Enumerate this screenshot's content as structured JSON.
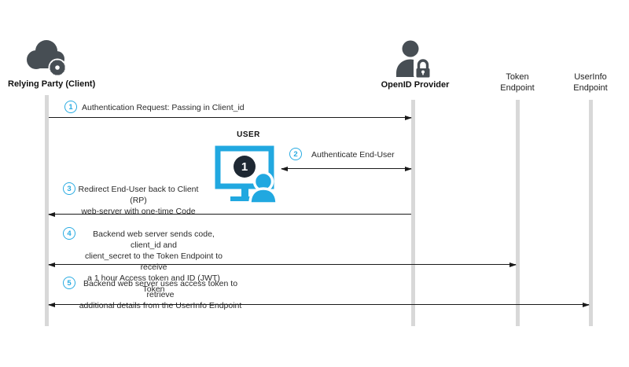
{
  "diagram": {
    "actors": {
      "relying_party": {
        "label": "Relying Party (Client)"
      },
      "openid_provider": {
        "label": "OpenID Provider"
      },
      "token_endpoint": {
        "line1": "Token",
        "line2": "Endpoint"
      },
      "userinfo_endpoint": {
        "line1": "UserInfo",
        "line2": "Endpoint"
      }
    },
    "user": {
      "label": "USER",
      "screen_badge": "1"
    },
    "messages": [
      {
        "num": "1",
        "lines": [
          "Authentication Request: Passing in Client_id"
        ]
      },
      {
        "num": "2",
        "lines": [
          "Authenticate End-User"
        ]
      },
      {
        "num": "3",
        "lines": [
          "Redirect End-User back to Client (RP)",
          "web-server with one-time Code"
        ]
      },
      {
        "num": "4",
        "lines": [
          "Backend web server sends code, client_id and",
          "client_secret to the Token Endpoint to receive",
          "a 1 hour Access token and ID (JWT) Token"
        ]
      },
      {
        "num": "5",
        "lines": [
          "Backend web server uses access token to retrieve",
          "additional details from the UserInfo Endpoint"
        ]
      }
    ],
    "colors": {
      "accent": "#21a8e0",
      "badge_outline": "#29abe2",
      "icon_dark": "#474e54",
      "lifeline": "#d8d8d8",
      "screen_badge_bg": "#1e2833"
    }
  }
}
